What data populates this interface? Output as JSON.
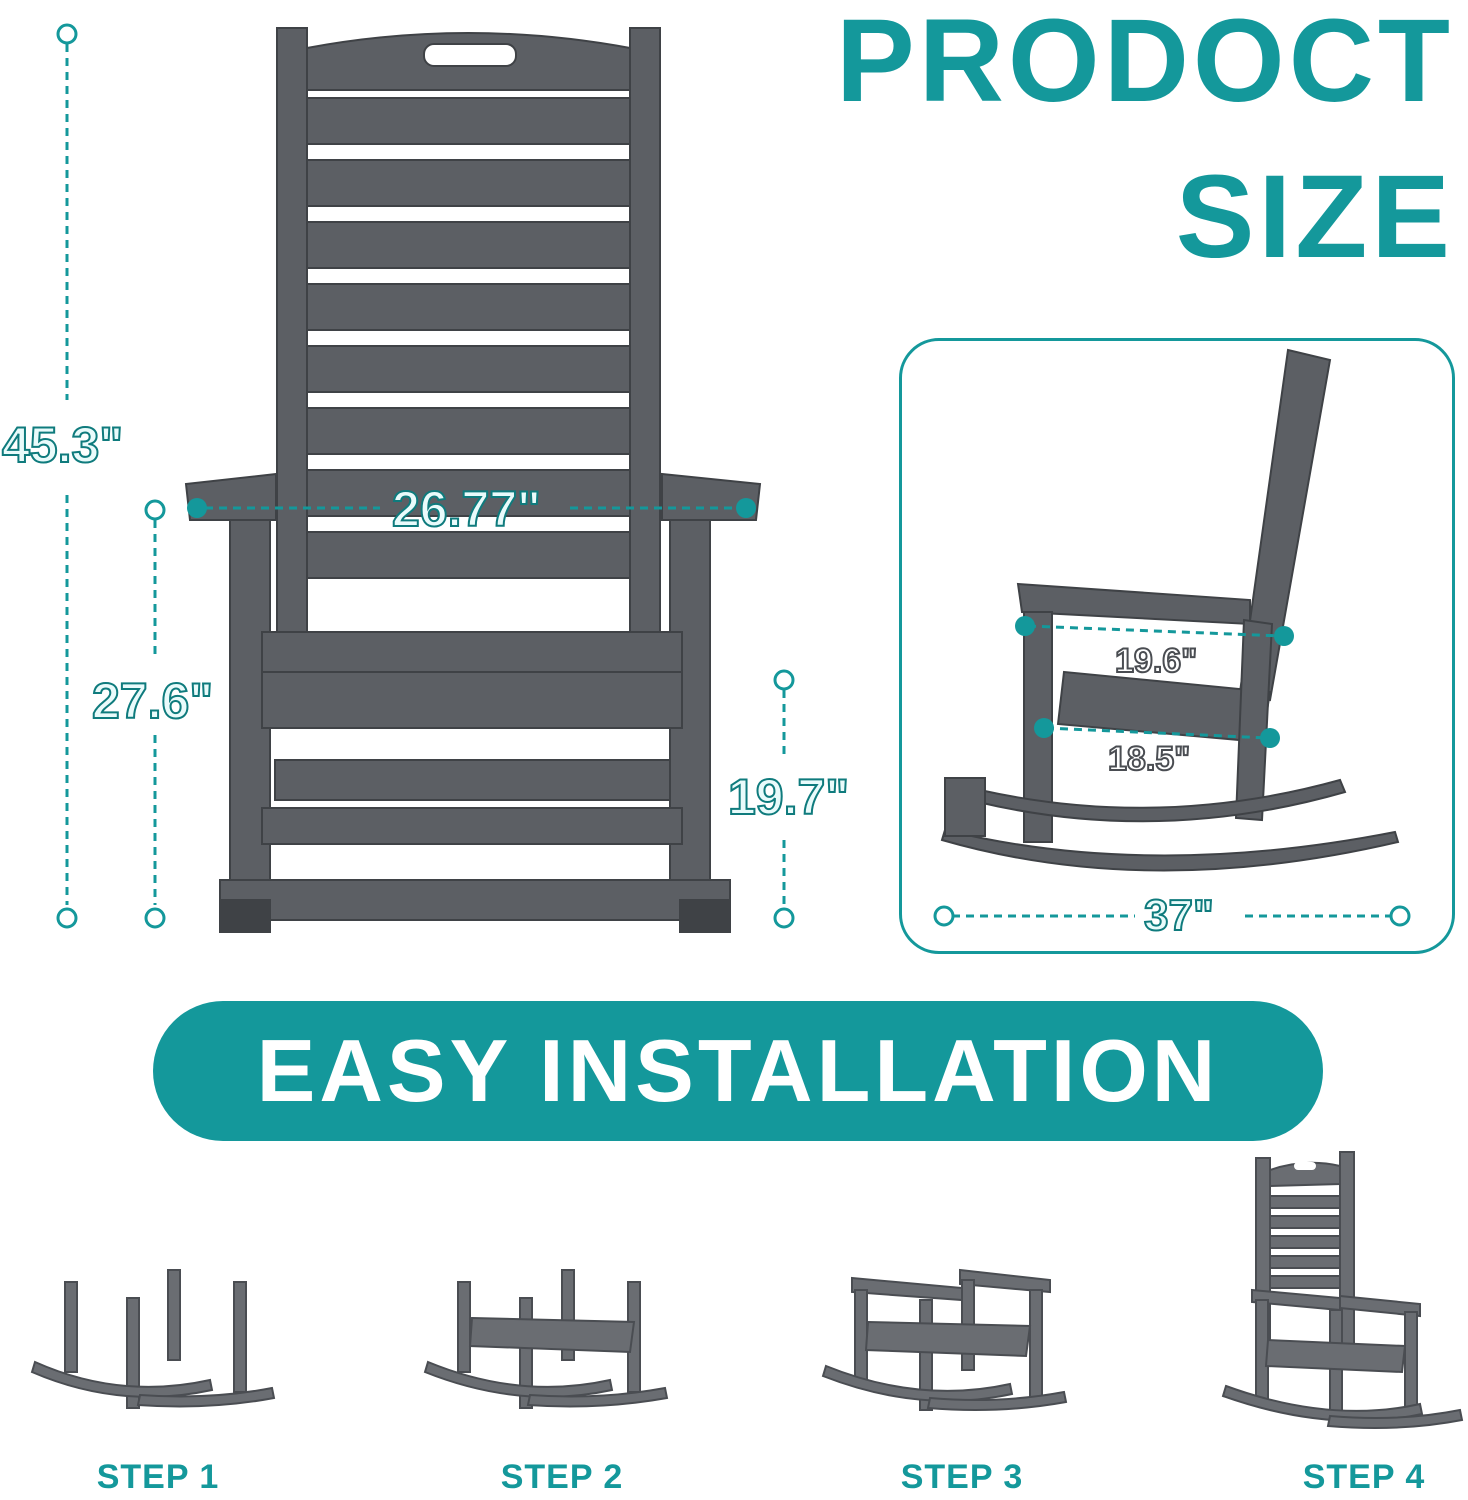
{
  "header": {
    "title_line1": "PRODOCT",
    "title_line2": "SIZE"
  },
  "dimensions": {
    "height_total": "45.3\"",
    "width_arms": "26.77\"",
    "arm_height": "27.6\"",
    "seat_height": "19.7\"",
    "arm_depth": "19.6\"",
    "seat_depth": "18.5\"",
    "rocker_length": "37\""
  },
  "banner": {
    "label": "EASY INSTALLATION"
  },
  "steps": [
    {
      "label": "STEP 1"
    },
    {
      "label": "STEP 2"
    },
    {
      "label": "STEP 3"
    },
    {
      "label": "STEP 4"
    }
  ],
  "colors": {
    "accent": "#14989b",
    "chair": "#5c5f64",
    "chair_dark": "#3f4246"
  }
}
